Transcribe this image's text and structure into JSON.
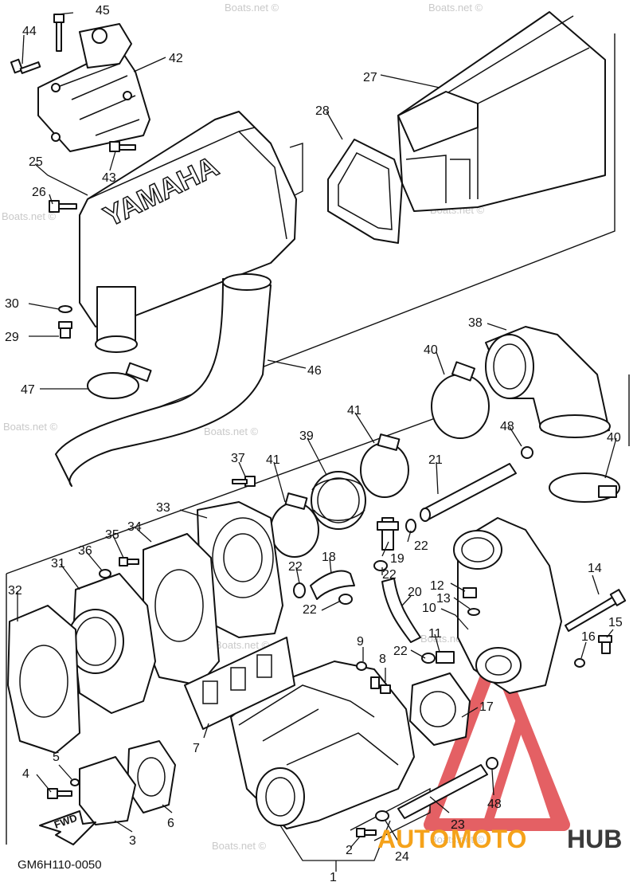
{
  "diagram": {
    "drawing_code": "GM6H110-0050",
    "brand_text": "YAMAHA",
    "fwd_label": "FWD",
    "watermark_text": "Boats.net ©",
    "logo": {
      "part1": "AUTO",
      "part2": "MOTO",
      "part3": "HUB",
      "accent_color": "#f5a21a",
      "triangle_color": "#e0454a",
      "dark_color": "#3a3a3a"
    },
    "callouts": [
      "1",
      "2",
      "3",
      "4",
      "5",
      "6",
      "7",
      "8",
      "9",
      "10",
      "11",
      "12",
      "13",
      "14",
      "15",
      "16",
      "17",
      "18",
      "19",
      "20",
      "21",
      "22",
      "22",
      "22",
      "22",
      "22",
      "23",
      "24",
      "25",
      "26",
      "27",
      "28",
      "29",
      "30",
      "31",
      "32",
      "33",
      "34",
      "35",
      "36",
      "37",
      "38",
      "39",
      "40",
      "40",
      "41",
      "41",
      "42",
      "43",
      "44",
      "45",
      "46",
      "47",
      "48",
      "48"
    ]
  }
}
